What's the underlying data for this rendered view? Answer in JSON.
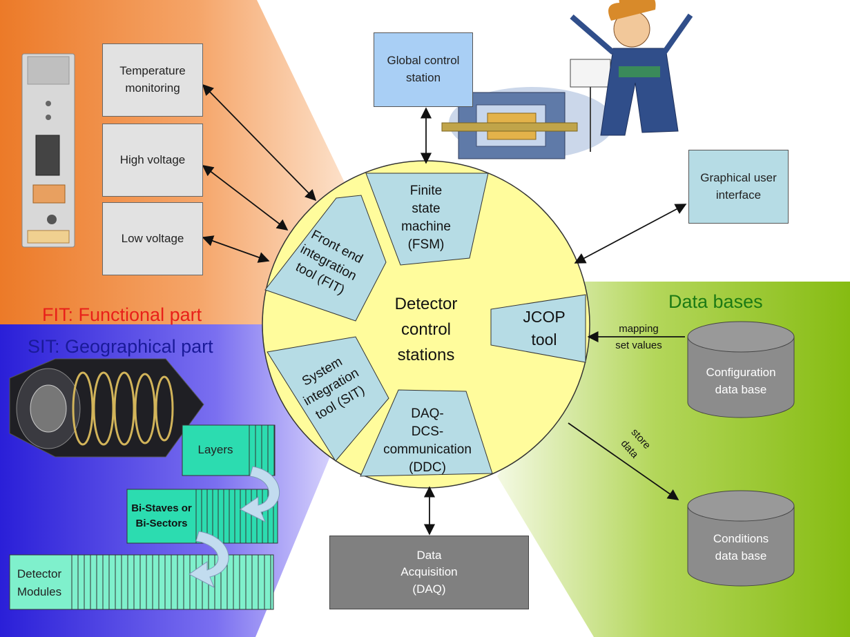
{
  "colors": {
    "functional_region": "#f08a3a",
    "geographical_region": "#3a2fe0",
    "database_region": "#8cc01a",
    "station_circle": "#fffc9c",
    "segment_fill": "#b6dce5",
    "stave_green": "#4de0b8",
    "fit_title": "#e8201a",
    "sit_title": "#1a1a99",
    "db_title": "#1c7a14"
  },
  "sections": {
    "functional_title": "FIT: Functional part",
    "geographical_title": "SIT: Geographical part",
    "databases_title": "Data bases"
  },
  "functional_boxes": [
    {
      "label_lines": [
        "Temperature",
        "monitoring"
      ]
    },
    {
      "label_lines": [
        "High voltage"
      ]
    },
    {
      "label_lines": [
        "Low voltage"
      ]
    }
  ],
  "center": {
    "title_lines": [
      "Detector",
      "control",
      "stations"
    ],
    "segments": {
      "fsm_lines": [
        "Finite",
        "state",
        "machine",
        "(FSM)"
      ],
      "fit_lines": [
        "Front end",
        "integration",
        "tool (FIT)"
      ],
      "sit_lines": [
        "System",
        "integration",
        "tool (SIT)"
      ],
      "ddc_lines": [
        "DAQ-",
        "DCS-",
        "communication",
        "(DDC)"
      ],
      "jcop_lines": [
        "JCOP",
        "tool"
      ]
    }
  },
  "global_control": {
    "label_lines": [
      "Global control",
      "station"
    ]
  },
  "gui": {
    "label_lines": [
      "Graphical user",
      "interface"
    ]
  },
  "daq": {
    "label_lines": [
      "Data",
      "Acquisition",
      "(DAQ)"
    ]
  },
  "databases": {
    "configuration_lines": [
      "Configuration",
      "data base"
    ],
    "conditions_lines": [
      "Conditions",
      "data base"
    ],
    "mapping_label_lines": [
      "mapping",
      "set values"
    ],
    "store_label_lines": [
      "store",
      "data"
    ]
  },
  "hierarchy": {
    "layers": "Layers",
    "bistaves_lines": [
      "Bi-Staves or",
      "Bi-Sectors"
    ],
    "modules_lines": [
      "Detector",
      "Modules"
    ]
  }
}
